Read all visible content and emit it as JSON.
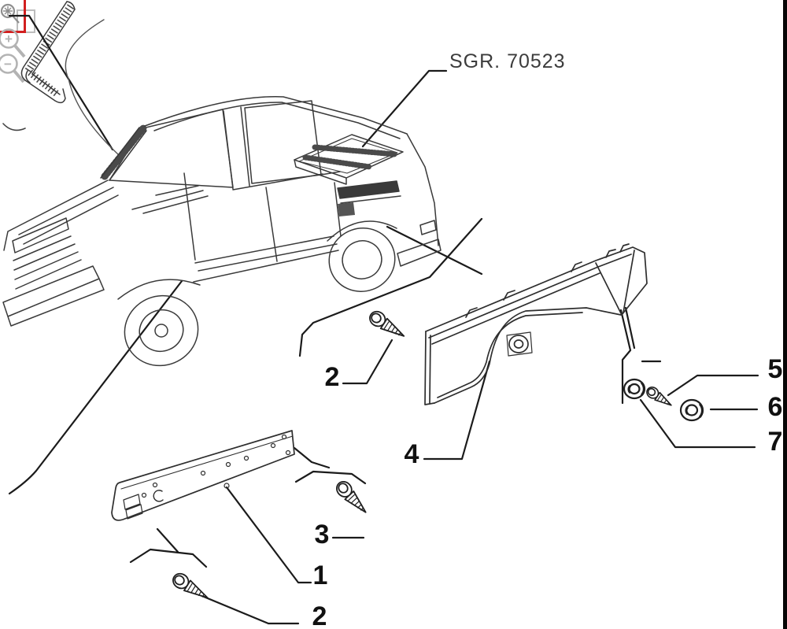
{
  "viewer": {
    "tools": {
      "active_highlight_color": "#d21f1f",
      "zoom_in_symbol": "+",
      "zoom_out_symbol": "−"
    }
  },
  "diagram": {
    "group_label": "SGR. 70523",
    "ink_color": "#2e2e2e",
    "callouts": [
      {
        "id": "2-upper",
        "label": "2"
      },
      {
        "id": "4",
        "label": "4"
      },
      {
        "id": "5",
        "label": "5"
      },
      {
        "id": "6",
        "label": "6"
      },
      {
        "id": "7",
        "label": "7"
      },
      {
        "id": "3",
        "label": "3"
      },
      {
        "id": "1",
        "label": "1"
      },
      {
        "id": "2-lower",
        "label": "2"
      }
    ]
  }
}
